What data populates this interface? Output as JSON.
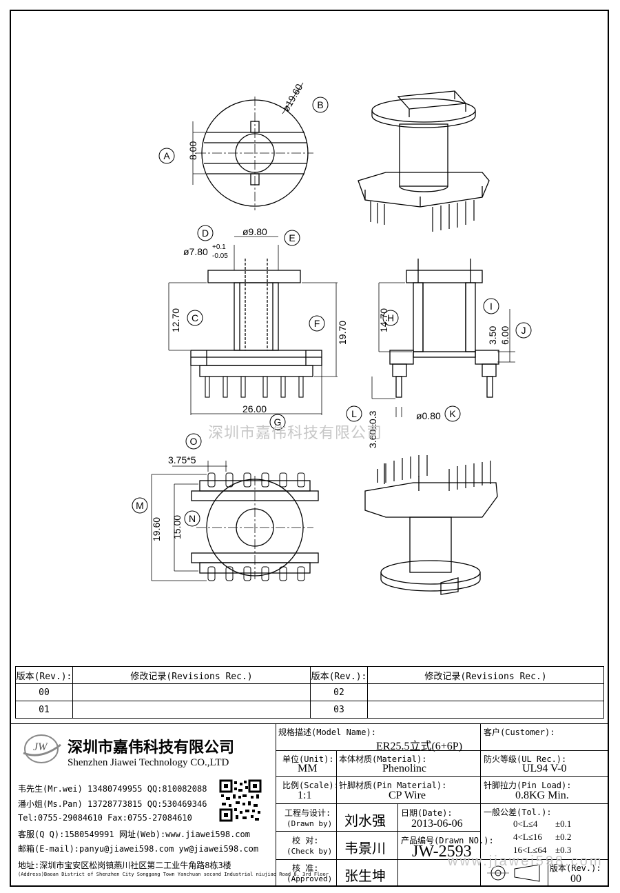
{
  "dims": {
    "d19_60": "ø19.60",
    "d8_00": "8.00",
    "d9_80": "ø9.80",
    "d7_80": "ø7.80",
    "tol_plus": "+0.1",
    "tol_minus": "-0.05",
    "d12_70": "12.70",
    "d19_70": "19.70",
    "d26_00": "26.00",
    "d14_70": "14.70",
    "d3_50": "3.50",
    "d6_00": "6.00",
    "d0_80": "ø0.80",
    "d3_60": "3.60±0.3",
    "d3_75": "3.75*5",
    "d19_60b": "19.60",
    "d15_00": "15.00"
  },
  "labels": [
    "A",
    "B",
    "C",
    "D",
    "E",
    "F",
    "G",
    "H",
    "I",
    "J",
    "K",
    "L",
    "M",
    "N",
    "O"
  ],
  "watermark_top": "深圳市嘉伟科技有限公司",
  "watermark_bottom": "www.jjawei598.com",
  "revisions": {
    "col_rev": "版本(Rev.):",
    "col_rec": "修改记录(Revisions Rec.)",
    "rows": [
      {
        "left_rev": "00",
        "right_rev": "02"
      },
      {
        "left_rev": "01",
        "right_rev": "03"
      }
    ]
  },
  "company": {
    "logo": "JW",
    "name_cn": "深圳市嘉伟科技有限公司",
    "name_en": "Shenzhen Jiawei Technology CO.,LTD",
    "contacts": [
      "韦先生(Mr.wei) 13480749955 QQ:810082088",
      "潘小姐(Ms.Pan) 13728773815 QQ:530469346",
      "Tel:0755-29084610       Fax:0755-27084610",
      "客服(Q Q):1580549991   网址(Web):www.jiawei598.com",
      "邮箱(E-mail):panyu@jiawei598.com  yw@jiawei598.com"
    ],
    "address_cn": "地址:深圳市宝安区松岗镇燕川社区第二工业牛角路8栋3楼",
    "address_en": "(Address)Baoan District of Shenzhen City Songgang Town Yanchuan  second Industrial niujiao Road 8, 3rd Floor"
  },
  "title_block": {
    "model_label": "规格描述(Model Name):",
    "model_value": "ER25.5立式(6+6P)",
    "customer_label": "客户(Customer):",
    "unit_label": "单位(Unit):",
    "unit_value": "MM",
    "material_label": "本体材质(Material):",
    "material_value": "Phenolinc",
    "ul_label": "防火等级(UL Rec.):",
    "ul_value": "UL94 V-0",
    "scale_label": "比例(Scale):",
    "scale_value": "1:1",
    "pin_material_label": "针脚材质(Pin Material):",
    "pin_material_value": "CP Wire",
    "pin_load_label": "针脚拉力(Pin Load):",
    "pin_load_value": "0.8KG Min.",
    "drawn_label": "工程与设计:",
    "drawn_label_en": "(Drawn by)",
    "drawn_value": "刘水强",
    "date_label": "日期(Date):",
    "date_value": "2013-06-06",
    "tol_label": "一般公差(Tol.):",
    "tol_rows": [
      {
        "range": "0<L≤4",
        "tol": "±0.1"
      },
      {
        "range": "4<L≤16",
        "tol": "±0.2"
      },
      {
        "range": "16<L≤64",
        "tol": "±0.3"
      }
    ],
    "check_label": "校  对:",
    "check_label_en": "(Check by)",
    "check_value": "韦景川",
    "drawn_no_label": "产品编号(Drawn NO.):",
    "drawn_no_value": "JW-2593",
    "approved_label": "核  准:",
    "approved_label_en": "(Approved)",
    "approved_value": "张生坤",
    "rev_label": "版本(Rev.):",
    "rev_value": "00"
  }
}
